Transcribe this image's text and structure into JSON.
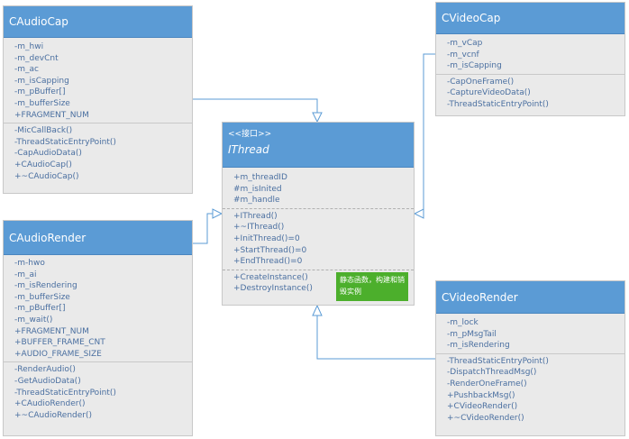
{
  "classes": {
    "caudiocap": {
      "name": "CAudioCap",
      "attributes": [
        "-m_hwi",
        "-m_devCnt",
        "-m_ac",
        "-m_isCapping",
        "-m_pBuffer[]",
        "-m_bufferSize",
        "+FRAGMENT_NUM"
      ],
      "methods": [
        "-MicCallBack()",
        "-ThreadStaticEntryPoint()",
        "-CapAudioData()",
        "+CAudioCap()",
        "+~CAudioCap()"
      ]
    },
    "cvideocap": {
      "name": "CVideoCap",
      "attributes": [
        "-m_vCap",
        "-m_vcnf",
        "-m_isCapping"
      ],
      "methods": [
        "-CapOneFrame()",
        "-CaptureVideoData()",
        "-ThreadStaticEntryPoint()"
      ]
    },
    "ithread": {
      "stereotype": "<<接口>>",
      "name": "IThread",
      "attributes": [
        "+m_threadID",
        "#m_isInited",
        "#m_handle"
      ],
      "methods": [
        "+IThread()",
        "+~IThread()",
        "+InitThread()=0",
        "+StartThread()=0",
        "+EndThread()=0"
      ],
      "static_methods": [
        "+CreateInstance()",
        "+DestroyInstance()"
      ]
    },
    "caudiorender": {
      "name": "CAudioRender",
      "attributes": [
        "-m-hwo",
        "-m_ai",
        "-m_isRendering",
        "-m_bufferSize",
        "-m_pBuffer[]",
        "-m_wait()",
        "+FRAGMENT_NUM",
        "+BUFFER_FRAME_CNT",
        "+AUDIO_FRAME_SIZE"
      ],
      "methods": [
        "-RenderAudio()",
        "-GetAudioData()",
        "-ThreadStaticEntryPoint()",
        "+CAudioRender()",
        "+~CAudioRender()"
      ]
    },
    "cvideorender": {
      "name": "CVideoRender",
      "attributes": [
        "-m_lock",
        "-m_pMsgTail",
        "-m_isRendering"
      ],
      "methods": [
        "-ThreadStaticEntryPoint()",
        "-DispatchThreadMsg()",
        "-RenderOneFrame()",
        "+PushbackMsg()",
        "+CVideoRender()",
        "+~CVideoRender()"
      ]
    }
  },
  "note": {
    "text": "静态函数，构建和销毁实例"
  },
  "colors": {
    "header": "#5b9bd5",
    "body": "#eaeaea",
    "member_text": "#4a6fa0",
    "arrow": "#5b9bd5",
    "note": "#4caf2c"
  }
}
